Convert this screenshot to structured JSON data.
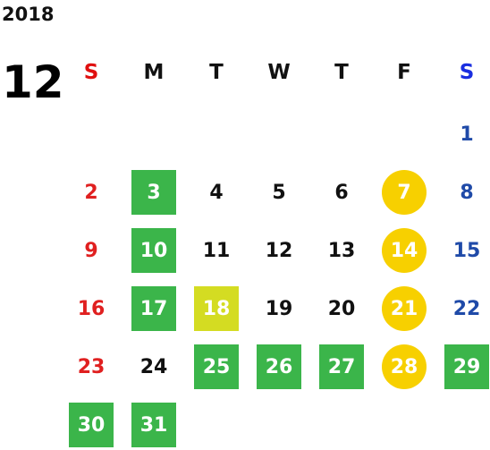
{
  "year": "2018",
  "month": "12",
  "weekdays": [
    "S",
    "M",
    "T",
    "W",
    "T",
    "F",
    "S"
  ],
  "colors": {
    "sunday": "#e02020",
    "saturday": "#1f4aa8",
    "green_highlight": "#3bb54a",
    "lime_highlight": "#d4dc22",
    "yellow_circle": "#f7d000"
  },
  "days": [
    {
      "day": "1",
      "style": "sat"
    },
    {
      "day": "2",
      "style": "sun"
    },
    {
      "day": "3",
      "style": "green"
    },
    {
      "day": "4",
      "style": "plain"
    },
    {
      "day": "5",
      "style": "plain"
    },
    {
      "day": "6",
      "style": "plain"
    },
    {
      "day": "7",
      "style": "circle"
    },
    {
      "day": "8",
      "style": "sat"
    },
    {
      "day": "9",
      "style": "sun"
    },
    {
      "day": "10",
      "style": "green"
    },
    {
      "day": "11",
      "style": "plain"
    },
    {
      "day": "12",
      "style": "plain"
    },
    {
      "day": "13",
      "style": "plain"
    },
    {
      "day": "14",
      "style": "circle"
    },
    {
      "day": "15",
      "style": "sat"
    },
    {
      "day": "16",
      "style": "sun"
    },
    {
      "day": "17",
      "style": "green"
    },
    {
      "day": "18",
      "style": "lime"
    },
    {
      "day": "19",
      "style": "plain"
    },
    {
      "day": "20",
      "style": "plain"
    },
    {
      "day": "21",
      "style": "circle"
    },
    {
      "day": "22",
      "style": "sat"
    },
    {
      "day": "23",
      "style": "sun"
    },
    {
      "day": "24",
      "style": "plain"
    },
    {
      "day": "25",
      "style": "green"
    },
    {
      "day": "26",
      "style": "green"
    },
    {
      "day": "27",
      "style": "green"
    },
    {
      "day": "28",
      "style": "circle"
    },
    {
      "day": "29",
      "style": "green"
    },
    {
      "day": "30",
      "style": "green"
    },
    {
      "day": "31",
      "style": "green"
    }
  ]
}
